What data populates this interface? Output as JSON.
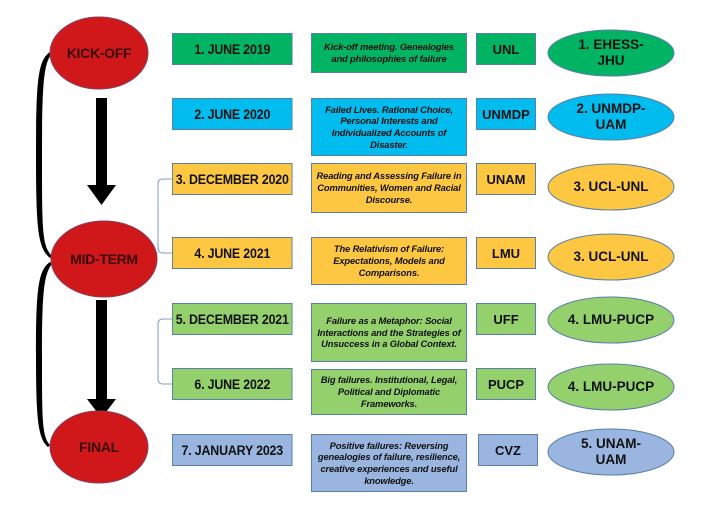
{
  "colors": {
    "phase_red": "#d0181a",
    "green_dark": "#00b464",
    "cyan": "#00bcef",
    "gold": "#fec741",
    "green_light": "#94d16c",
    "blue_grey": "#99b5e0",
    "arrow": "#000000",
    "connector": "#5a7fa8"
  },
  "phases": [
    {
      "label": "KICK-OFF"
    },
    {
      "label": "MID-TERM"
    },
    {
      "label": "FINAL"
    }
  ],
  "meetings": [
    {
      "date": "1. JUNE 2019",
      "description": "Kick-off meeting. Genealogies and philosophies of failure",
      "host": "UNL",
      "partners": "1. EHESS-JHU",
      "color": "#00b464"
    },
    {
      "date": "2. JUNE 2020",
      "description": "Failed Lives. Rational Choice, Personal Interests and Individualized Accounts of Disaster.",
      "host": "UNMDP",
      "partners": "2. UNMDP-UAM",
      "color": "#00bcef"
    },
    {
      "date": "3. DECEMBER 2020",
      "description": "Reading and Assessing Failure in Communities, Women and Racial Discourse.",
      "host": "UNAM",
      "partners": "3. UCL-UNL",
      "color": "#fec741"
    },
    {
      "date": "4. JUNE 2021",
      "description": "The Relativism of Failure: Expectations, Models and Comparisons.",
      "host": "LMU",
      "partners": "3. UCL-UNL",
      "color": "#fec741"
    },
    {
      "date": "5. DECEMBER 2021",
      "description": "Failure as a Metaphor: Social Interactions and the Strategies of Unsuccess in a Global Context.",
      "host": "UFF",
      "partners": "4. LMU-PUCP",
      "color": "#94d16c"
    },
    {
      "date": "6. JUNE 2022",
      "description": "Big failures. Institutional, Legal, Political and Diplomatic Frameworks.",
      "host": "PUCP",
      "partners": "4. LMU-PUCP",
      "color": "#94d16c"
    },
    {
      "date": "7. JANUARY 2023",
      "description": "Positive failures: Reversing genealogies of failure, resilience, creative experiences and useful knowledge.",
      "host": "CVZ",
      "partners": "5. UNAM-UAM",
      "color": "#99b5e0"
    }
  ]
}
